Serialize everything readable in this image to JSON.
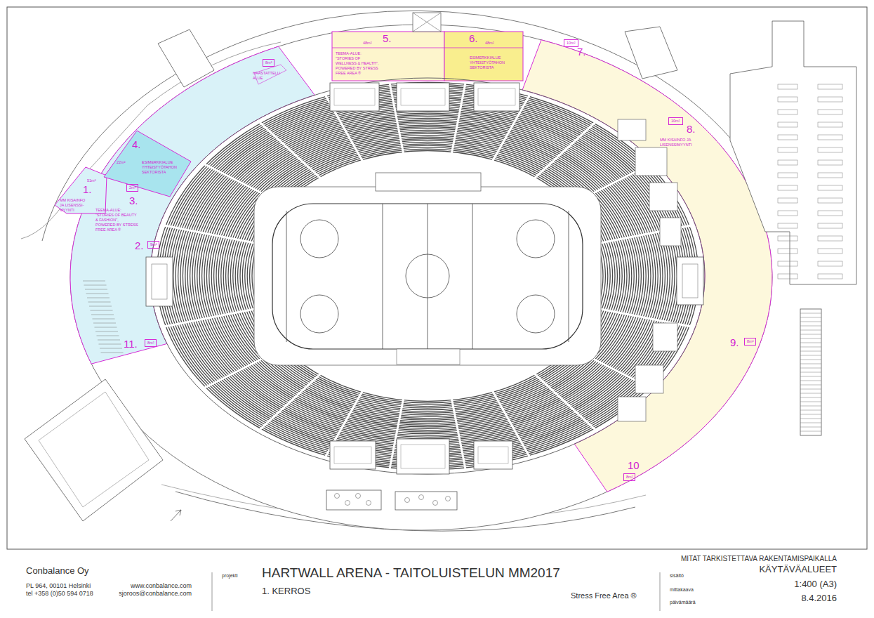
{
  "diagram": {
    "title": "HARTWALL ARENA - TAITOLUISTELUN MM2017",
    "nodes": [
      {
        "text": [
          "1.",
          "51m²",
          "MM KISAINFO JA LISENSSI- MYYNTI"
        ]
      },
      {
        "text": [
          "2.",
          "9m²"
        ]
      },
      {
        "text": [
          "3.",
          "2m²"
        ]
      },
      {
        "text": [
          "4.",
          "22m²",
          "ESIMERKKIALUE YHTEISTYÖTAHON SEKTORISTA"
        ]
      },
      {
        "text": [
          "5.",
          "48m²",
          "TEEMA-ALUE: \"STORIES OF WELLNESS & HEALTH\", POWERED BY STRESS FREE AREA ®"
        ]
      },
      {
        "text": [
          "6.",
          "48m²",
          "ESIMERKKIALUE YHTEISTYÖTAHON SEKTORISTA"
        ]
      },
      {
        "text": [
          "7.",
          "10m²"
        ]
      },
      {
        "text": [
          "8.",
          "10m²",
          "MM KISAINFO JA LISENSSIMYYNTI"
        ]
      },
      {
        "text": [
          "9.",
          "8m²"
        ]
      },
      {
        "text": [
          "10",
          "8m²"
        ]
      },
      {
        "text": [
          "11.",
          "8m²"
        ]
      },
      {
        "text": [
          "8m²",
          "HAASTATTELU ALUE"
        ]
      },
      {
        "text": [
          "TEEMA-ALUE: \"STORIES OF BEAUTY & FASHION\", POWERED BY STRESS FREE AREA ®"
        ]
      }
    ],
    "labels": [
      "MITAT TARKISTETTAVA RAKENTAMISPAIKALLA",
      "Conbalance Oy",
      "PL 964, 00101 Helsinki",
      "tel +358 (0)50 594 0718",
      "www.conbalance.com",
      "sjoroos@conbalance.com",
      "projekti",
      "1. KERROS",
      "Stress Free Area ®",
      "sisältö",
      "KÄYTÄVÄALUEET",
      "mittakaava",
      "1:400 (A3)",
      "päivämäärä",
      "8.4.2016"
    ]
  }
}
